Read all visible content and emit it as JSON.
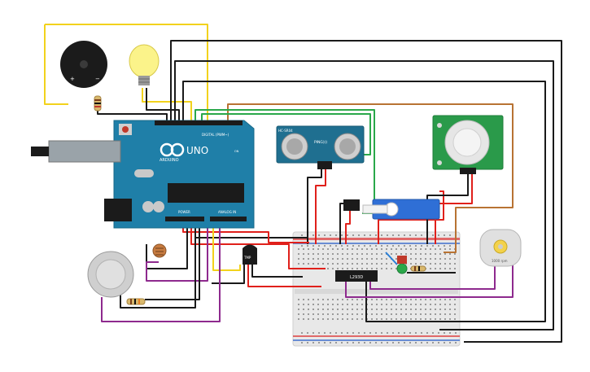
{
  "arduino": {
    "brand": "ARDUINO",
    "model": "UNO",
    "digital_label": "DIGITAL (PWM~)",
    "analog_label": "ANALOG IN",
    "power_label": "POWER",
    "on_label": "ON"
  },
  "ultrasonic": {
    "model": "HC-SR04",
    "label": "PING)))"
  },
  "chips": {
    "driver": "L293D",
    "sensor": "TMP"
  },
  "motor": {
    "speed": "1000 rpm"
  },
  "wire_colors": {
    "red": "#e0201b",
    "black": "#1a1a1a",
    "yellow": "#f2d21c",
    "green": "#2aa84a",
    "brown": "#b87333",
    "purple": "#8e2a8e",
    "blue": "#2a7fd6"
  }
}
